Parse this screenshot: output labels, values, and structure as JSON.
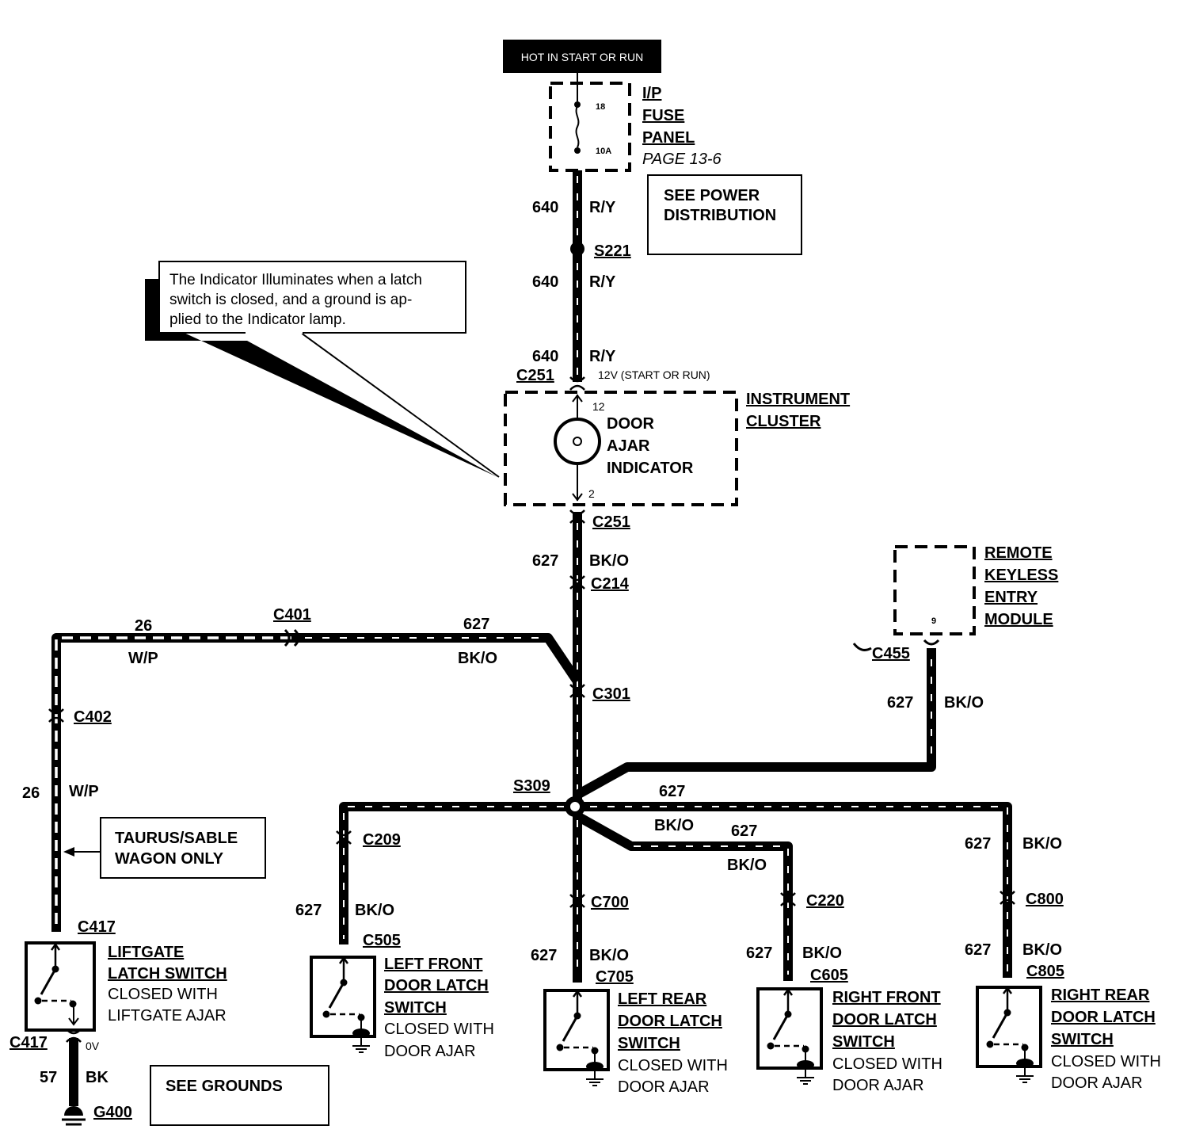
{
  "power": {
    "hot_label": "HOT IN START OR RUN",
    "fuse_number": "18",
    "fuse_rating": "10A",
    "fuse_panel": [
      "I/P",
      "FUSE",
      "PANEL"
    ],
    "fuse_page": "PAGE 13-6",
    "see_power": [
      "SEE POWER",
      "DISTRIBUTION"
    ]
  },
  "wires": {
    "w640": "640",
    "ry": "R/Y",
    "w627": "627",
    "bko": "BK/O",
    "w26": "26",
    "wp": "W/P",
    "w57": "57",
    "bk": "BK"
  },
  "connectors": {
    "s221": "S221",
    "c251": "C251",
    "c214": "C214",
    "c401": "C401",
    "c301": "C301",
    "c455": "C455",
    "c402": "C402",
    "s309": "S309",
    "c209": "C209",
    "c700": "C700",
    "c220": "C220",
    "c800": "C800",
    "c417": "C417",
    "c505": "C505",
    "c705": "C705",
    "c605": "C605",
    "c805": "C805",
    "g400": "G400"
  },
  "callout": [
    "The Indicator Illuminates when a latch",
    "switch is closed, and a ground is ap-",
    "plied to the Indicator lamp."
  ],
  "cluster": {
    "voltage_note": "12V (START OR RUN)",
    "pin_top": "12",
    "pin_bottom": "2",
    "indicator": [
      "DOOR",
      "AJAR",
      "INDICATOR"
    ],
    "name": [
      "INSTRUMENT",
      "CLUSTER"
    ]
  },
  "rke": {
    "name": [
      "REMOTE",
      "KEYLESS",
      "ENTRY",
      "MODULE"
    ],
    "pin": "9"
  },
  "taurus_note": [
    "TAURUS/SABLE",
    "WAGON ONLY"
  ],
  "see_grounds": "SEE GROUNDS",
  "volt_0v": "0V",
  "switches": {
    "liftgate": {
      "name": [
        "LIFTGATE",
        "LATCH SWITCH"
      ],
      "desc": [
        "CLOSED WITH",
        "LIFTGATE AJAR"
      ]
    },
    "left_front": {
      "name": [
        "LEFT FRONT",
        "DOOR LATCH",
        "SWITCH"
      ],
      "desc": [
        "CLOSED WITH",
        "DOOR AJAR"
      ]
    },
    "left_rear": {
      "name": [
        "LEFT REAR",
        "DOOR LATCH",
        "SWITCH"
      ],
      "desc": [
        "CLOSED WITH",
        "DOOR AJAR"
      ]
    },
    "right_front": {
      "name": [
        "RIGHT FRONT",
        "DOOR LATCH",
        "SWITCH"
      ],
      "desc": [
        "CLOSED WITH",
        "DOOR AJAR"
      ]
    },
    "right_rear": {
      "name": [
        "RIGHT REAR",
        "DOOR LATCH",
        "SWITCH"
      ],
      "desc": [
        "CLOSED WITH",
        "DOOR AJAR"
      ]
    }
  }
}
